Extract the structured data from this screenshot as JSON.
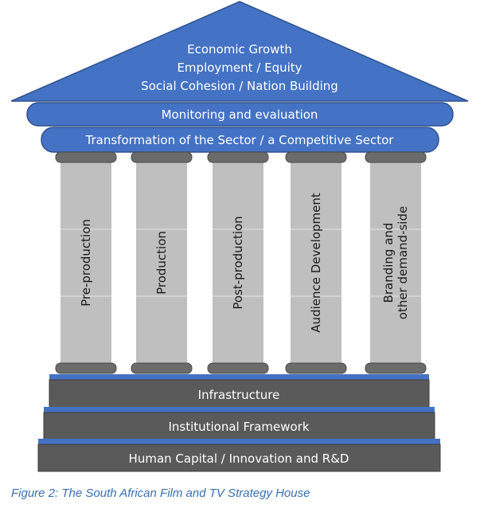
{
  "roof": {
    "lines": [
      "Economic Growth",
      "Employment / Equity",
      "Social Cohesion / Nation Building"
    ]
  },
  "bands": {
    "monitoring": "Monitoring and evaluation",
    "transformation": "Transformation of the Sector / a Competitive Sector"
  },
  "pillars": [
    {
      "line1": "Pre-production",
      "line2": ""
    },
    {
      "line1": "Production",
      "line2": ""
    },
    {
      "line1": "Post-production",
      "line2": ""
    },
    {
      "line1": "Audience Development",
      "line2": ""
    },
    {
      "line1": "Branding and",
      "line2": "other demand-side"
    }
  ],
  "foundation": {
    "infrastructure": "Infrastructure",
    "institutional": "Institutional Framework",
    "human_capital": "Human Capital / Innovation and R&D"
  },
  "caption": "Figure 2: The South African Film and TV Strategy House",
  "colors": {
    "blue": "#4472c4",
    "blue_dark": "#2f528f",
    "pillar": "#bfbfbf",
    "cap": "#6b6b6b",
    "step": "#5a5a5a"
  }
}
